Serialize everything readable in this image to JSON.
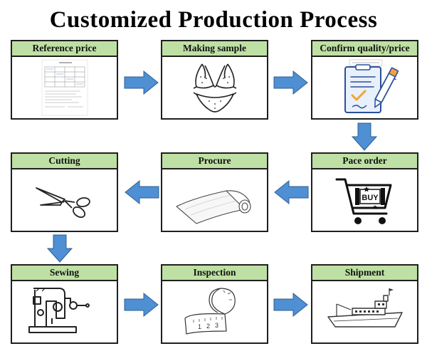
{
  "title": "Customized Production Process",
  "steps": [
    {
      "label": "Reference price"
    },
    {
      "label": "Making sample"
    },
    {
      "label": "Confirm quality/price"
    },
    {
      "label": "Pace order"
    },
    {
      "label": "Procure"
    },
    {
      "label": "Cutting"
    },
    {
      "label": "Sewing"
    },
    {
      "label": "Inspection"
    },
    {
      "label": "Shipment"
    }
  ],
  "icons": {
    "step1": "price-sheet-icon",
    "step2": "bikini-sample-icon",
    "step3": "quality-document-icon",
    "step4": "shopping-cart-icon",
    "step5": "fabric-roll-icon",
    "step6": "scissors-icon",
    "step7": "sewing-machine-icon",
    "step8": "measuring-tape-icon",
    "step9": "ship-icon"
  },
  "cart_text": "BUY",
  "tape_numbers": [
    "1",
    "2",
    "3"
  ],
  "colors": {
    "header": "#bfe0a4",
    "arrow_fill": "#4f8fd3",
    "arrow_stroke": "#2e5f92",
    "border": "#1f1f1f"
  }
}
